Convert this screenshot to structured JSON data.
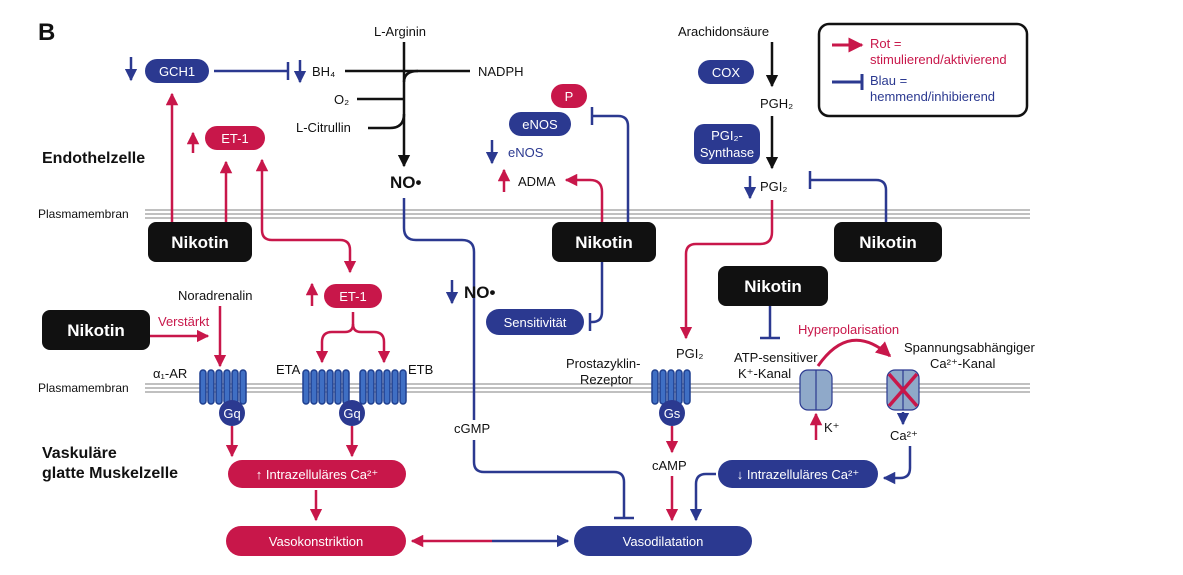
{
  "colors": {
    "red": "#c8174a",
    "blue": "#2b3990",
    "black": "#111111",
    "membrane": "#9a9a9a",
    "channel": "#8fa9c9"
  },
  "panel_label": "B",
  "sections": {
    "endothel": "Endothelzelle",
    "muscle_line1": "Vaskuläre",
    "muscle_line2": "glatte Muskelzelle"
  },
  "membranes": {
    "upper": "Plasmamembran",
    "lower": "Plasmamembran"
  },
  "legend": {
    "red_line1": "Rot =",
    "red_line2": "stimulierend/aktivierend",
    "blue_line1": "Blau =",
    "blue_line2": "hemmend/inhibierend"
  },
  "nikotin": [
    "Nikotin",
    "Nikotin",
    "Nikotin",
    "Nikotin",
    "Nikotin"
  ],
  "pills": {
    "gch1": "GCH1",
    "et1_top": "ET-1",
    "p": "P",
    "enos": "eNOS",
    "cox": "COX",
    "pgi2_synthase_line1": "PGI₂-",
    "pgi2_synthase_line2": "Synthase",
    "et1_mid": "ET-1",
    "sensitivitaet": "Sensitivität",
    "ca_up": "↑ Intrazelluläres Ca²⁺",
    "ca_down": "↓ Intrazelluläres Ca²⁺",
    "vasokonstriktion": "Vasokonstriktion",
    "vasodilatation": "Vasodilatation",
    "gq1": "Gq",
    "gq2": "Gq",
    "gs": "Gs"
  },
  "labels": {
    "l_arginin": "L-Arginin",
    "bh4": "BH₄",
    "nadph": "NADPH",
    "o2": "O₂",
    "l_citrullin": "L-Citrullin",
    "no_top": "NO•",
    "no_mid": "NO•",
    "enos_small": "eNOS",
    "adma": "ADMA",
    "arachidon": "Arachidonsäure",
    "pgh2": "PGH₂",
    "pgi2_top": "PGI₂",
    "pgi2_mid": "PGI₂",
    "noradrenalin": "Noradrenalin",
    "verstaerkt": "Verstärkt",
    "a1_ar": "α₁-AR",
    "eta": "ETA",
    "etb": "ETB",
    "cgmp": "cGMP",
    "camp": "cAMP",
    "prosta_line1": "Prostazyklin-",
    "prosta_line2": "Rezeptor",
    "atp_line1": "ATP-sensitiver",
    "atp_line2": "K⁺-Kanal",
    "hyper": "Hyperpolarisation",
    "spann_line1": "Spannungsabhängiger",
    "spann_line2": "Ca²⁺-Kanal",
    "k_plus": "K⁺",
    "ca2": "Ca²⁺"
  }
}
